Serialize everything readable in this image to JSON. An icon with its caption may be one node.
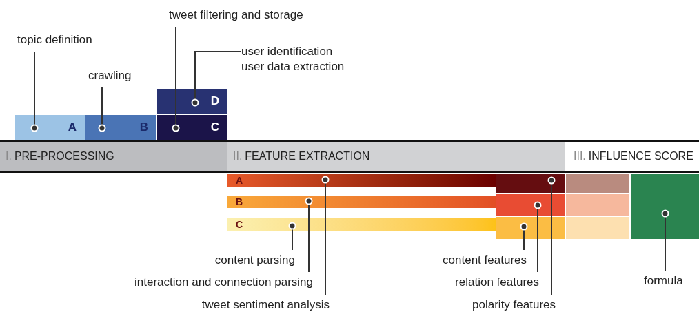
{
  "diagram": {
    "nodes": [
      {
        "text": [
          "I.",
          "PRE-PROCESSING"
        ]
      },
      {
        "text": [
          "II.",
          "FEATURE EXTRACTION"
        ]
      },
      {
        "text": [
          "III.",
          "INFLUENCE SCORE"
        ]
      },
      {
        "text": [
          "A"
        ]
      },
      {
        "text": [
          "B"
        ]
      },
      {
        "text": [
          "C"
        ]
      },
      {
        "text": [
          "D"
        ]
      },
      {
        "text": [
          "A"
        ]
      },
      {
        "text": [
          "B"
        ]
      },
      {
        "text": [
          "C"
        ]
      },
      {
        "text": [],
        "shape": "box"
      },
      {
        "text": [],
        "shape": "box"
      },
      {
        "text": [],
        "shape": "box"
      },
      {
        "text": [],
        "shape": "box"
      },
      {
        "text": [],
        "shape": "box"
      },
      {
        "text": [],
        "shape": "box"
      },
      {
        "text": [],
        "shape": "box"
      },
      {
        "text": [
          "topic definition"
        ]
      },
      {
        "text": [
          "crawling"
        ]
      },
      {
        "text": [
          "tweet filtering and storage"
        ]
      },
      {
        "text": [
          "user identification",
          "user data extraction"
        ]
      },
      {
        "text": [
          "content parsing"
        ]
      },
      {
        "text": [
          "interaction and connection parsing"
        ]
      },
      {
        "text": [
          "tweet sentiment analysis"
        ]
      },
      {
        "text": [
          "content features"
        ]
      },
      {
        "text": [
          "relation features"
        ]
      },
      {
        "text": [
          "polarity features"
        ]
      },
      {
        "text": [
          "formula"
        ]
      }
    ],
    "edges": [
      {
        "from": 17,
        "to": 3,
        "arrow": "other"
      },
      {
        "from": 18,
        "to": 4,
        "arrow": "other"
      },
      {
        "from": 19,
        "to": 5,
        "arrow": "other"
      },
      {
        "from": 20,
        "to": 6,
        "arrow": "other"
      },
      {
        "from": 21,
        "to": 9,
        "arrow": "other"
      },
      {
        "from": 22,
        "to": 8,
        "arrow": "other"
      },
      {
        "from": 23,
        "to": 7,
        "arrow": "other"
      },
      {
        "from": 24,
        "to": 12,
        "arrow": "other"
      },
      {
        "from": 25,
        "to": 11,
        "arrow": "other"
      },
      {
        "from": 26,
        "to": 10,
        "arrow": "other"
      },
      {
        "from": 27,
        "to": 16,
        "arrow": "other"
      }
    ]
  }
}
